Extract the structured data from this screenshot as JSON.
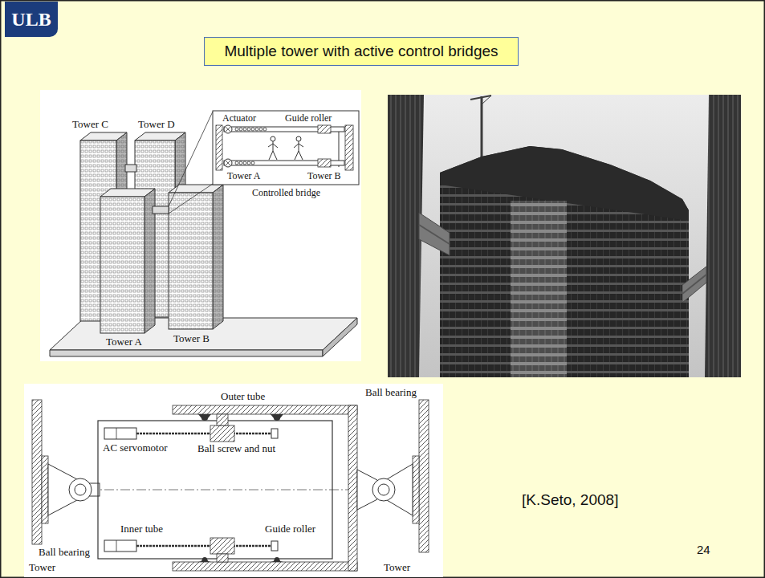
{
  "diagram": {
    "title": "Multiple tower with active control bridges",
    "nodes": [
      {
        "text": [
          "ULB"
        ]
      },
      {
        "text": [
          "Actuator",
          "Guide roller",
          "Tower A",
          "Tower B",
          "Controlled bridge"
        ]
      }
    ],
    "labels": [
      "Tower C",
      "Tower D",
      "Tower A",
      "Tower B",
      "Outer tube",
      "Ball bearing",
      "AC servomotor",
      "Ball screw and nut",
      "Inner tube",
      "Guide roller",
      "Ball bearing",
      "Tower",
      "Tower",
      "[K.Seto, 2008]",
      "24"
    ]
  }
}
